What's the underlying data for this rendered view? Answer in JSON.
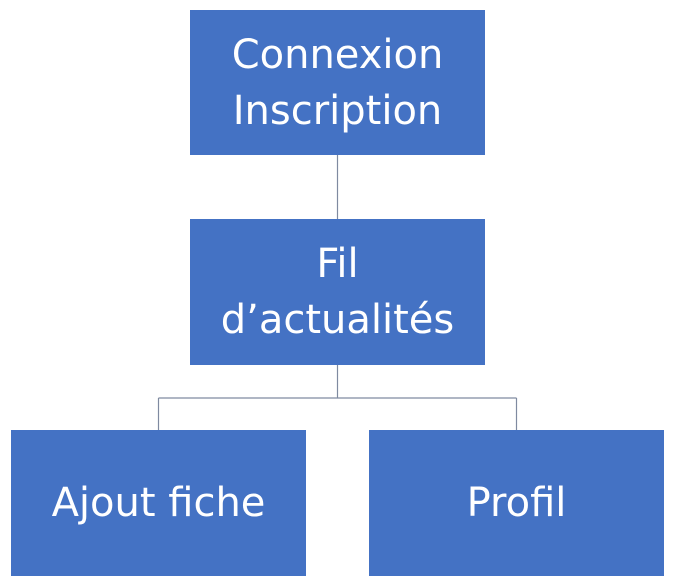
{
  "nodes": {
    "root": {
      "line1": "Connexion",
      "line2": "Inscription"
    },
    "feed": {
      "line1": "Fil",
      "line2": "d’actualités"
    },
    "add": {
      "label": "Ajout fiche"
    },
    "profile": {
      "label": "Profil"
    }
  },
  "colors": {
    "node_fill": "#4472C4",
    "node_text": "#ffffff",
    "connector": "#7f8aa0"
  }
}
